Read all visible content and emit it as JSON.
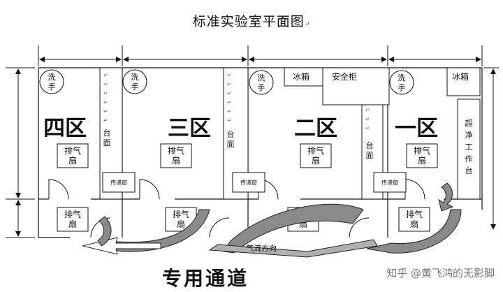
{
  "title": "标准实验室平面图",
  "paragraph_mark": "↵",
  "zones": [
    {
      "name": "四区",
      "wash": "洗手",
      "bench": "台面",
      "fan": "排气扇",
      "passbox": "传递窗"
    },
    {
      "name": "三区",
      "wash": "洗手",
      "bench": "台面",
      "fan": "排气扇",
      "passbox": "传递窗"
    },
    {
      "name": "二区",
      "wash": "洗手",
      "fridge": "冰箱",
      "cabinet": "安全柜",
      "bench": "台面",
      "fan": "排气扇",
      "passbox": "传递窗"
    },
    {
      "name": "一区",
      "wash": "洗手",
      "fridge": "冰箱",
      "clean_bench": "超净工作台",
      "fan": "排气扇"
    }
  ],
  "corridor_fans": [
    "排气扇",
    "排气扇",
    "排气扇",
    "排气扇"
  ],
  "airflow_label": "气流方向",
  "corridor_label": "专用通道",
  "watermark": "知乎 @黄飞鸿的无影脚",
  "colors": {
    "line": "#111111",
    "arrow_fill": "#8a8a8a",
    "arrow_stroke": "#222222",
    "background": "#ffffff"
  }
}
